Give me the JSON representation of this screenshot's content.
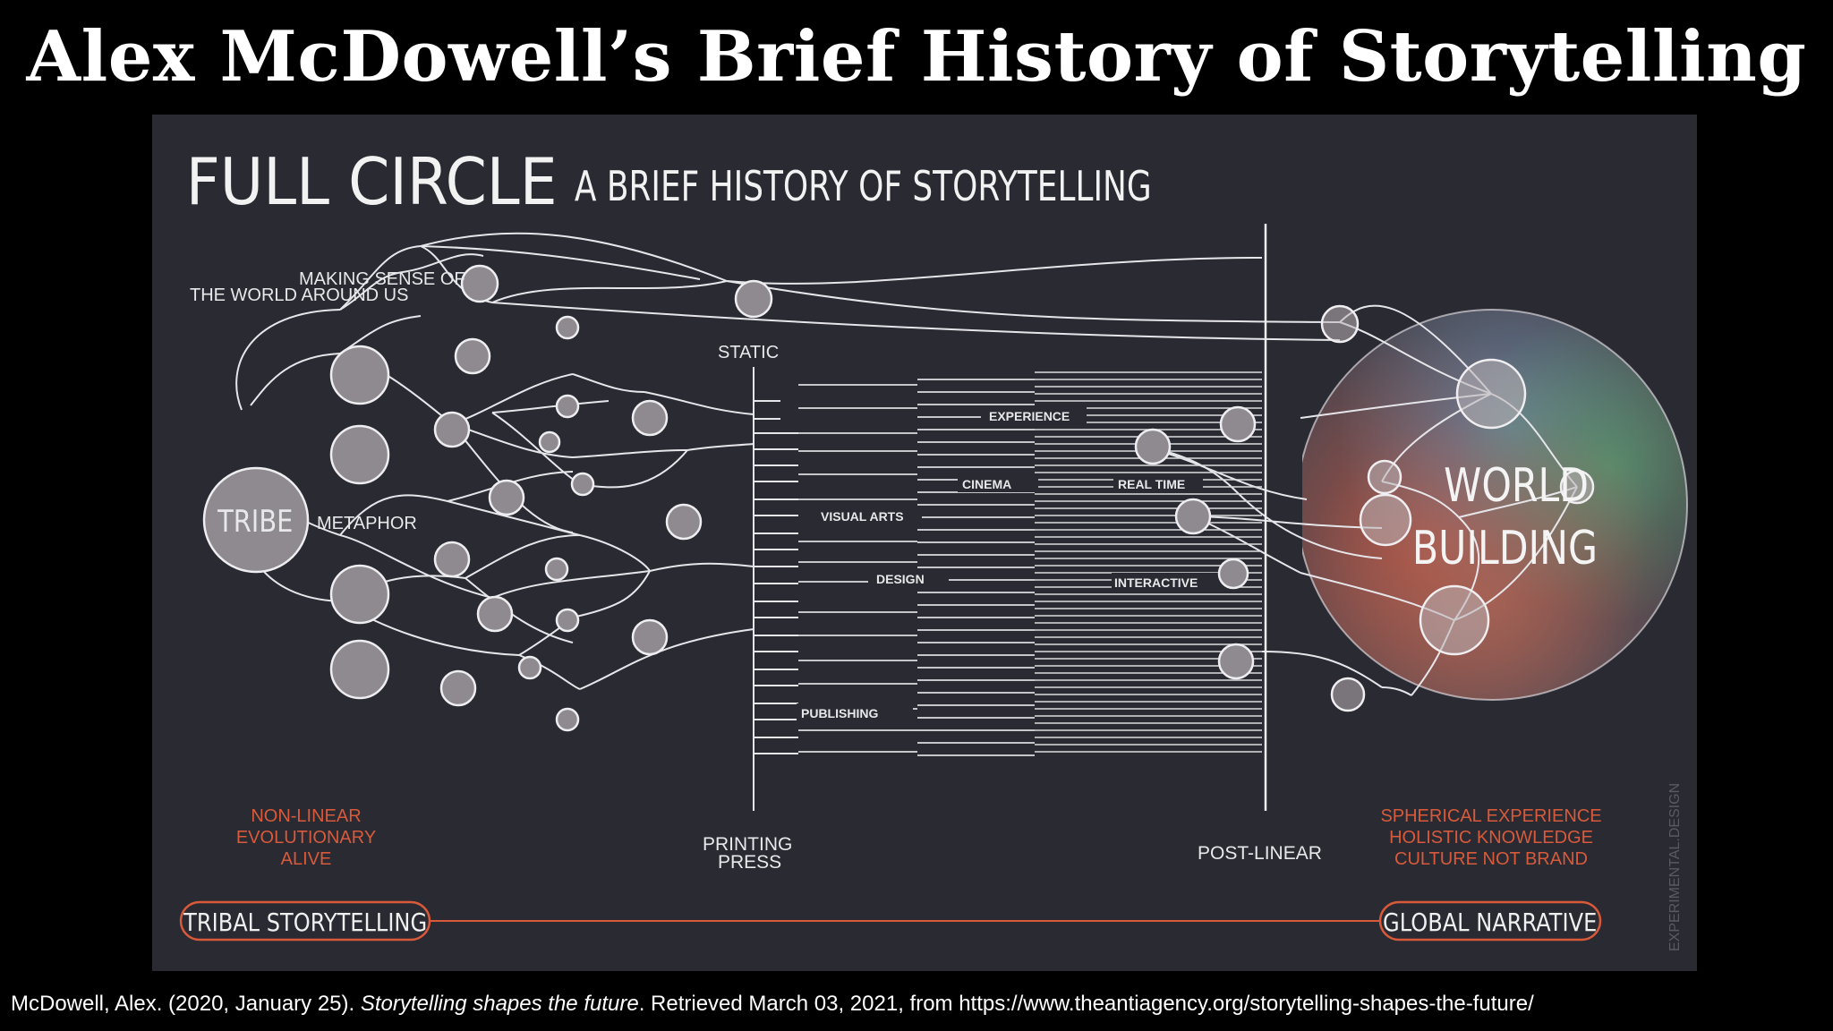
{
  "slide": {
    "title": "Alex McDowell’s Brief History of Storytelling",
    "citation": {
      "before": "McDowell, Alex. (2020, January 25). ",
      "italic": "Storytelling shapes the future",
      "after": ". Retrieved March 03, 2021, from https://www.theantiagency.org/storytelling-shapes-the-future/"
    }
  },
  "diagram": {
    "heading_main": "FULL CIRCLE",
    "heading_sub": "A BRIEF HISTORY OF STORYTELLING",
    "making_sense_line1": "MAKING SENSE OF",
    "making_sense_line2": "THE WORLD AROUND US",
    "tribe": "TRIBE",
    "metaphor": "METAPHOR",
    "static": "STATIC",
    "experience": "EXPERIENCE",
    "cinema": "CINEMA",
    "real_time": "REAL TIME",
    "visual_arts": "VISUAL ARTS",
    "design": "DESIGN",
    "interactive": "INTERACTIVE",
    "publishing": "PUBLISHING",
    "world_building_line1": "WORLD",
    "world_building_line2": "BUILDING",
    "nonlinear_line1": "NON-LINEAR",
    "nonlinear_line2": "EVOLUTIONARY",
    "nonlinear_line3": "ALIVE",
    "printing_press_line1": "PRINTING",
    "printing_press_line2": "PRESS",
    "post_linear": "POST-LINEAR",
    "spherical_line1": "SPHERICAL EXPERIENCE",
    "spherical_line2": "HOLISTIC KNOWLEDGE",
    "spherical_line3": "CULTURE NOT BRAND",
    "tribal_storytelling": "TRIBAL STORYTELLING",
    "global_narrative": "GLOBAL NARRATIVE",
    "watermark": "EXPERIMENTAL.DESIGN",
    "colors": {
      "background": "#2a2a33",
      "line": "#e8e8ea",
      "accent": "#d85a3a",
      "node_fill": "#8e8a90"
    }
  }
}
